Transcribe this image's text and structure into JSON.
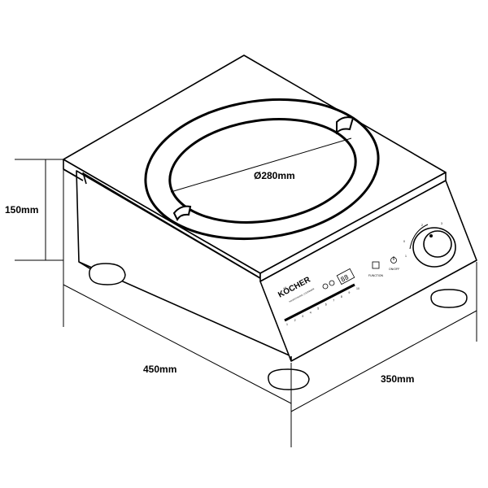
{
  "dimensions": {
    "height": "150mm",
    "width": "450mm",
    "depth": "350mm",
    "ring_diameter": "Ø280mm"
  },
  "panel": {
    "brand": "KÖCHER",
    "brand_subtitle": "PROFESSIONAL COOKWARE",
    "display": "88",
    "function_label": "FUNCTION",
    "onoff_label": "ON/OFF",
    "scale": [
      "1",
      "2",
      "3",
      "4",
      "5",
      "6",
      "7",
      "8",
      "9",
      "10"
    ]
  },
  "knob": {
    "marks": [
      "0",
      "1",
      "2",
      "3"
    ]
  }
}
